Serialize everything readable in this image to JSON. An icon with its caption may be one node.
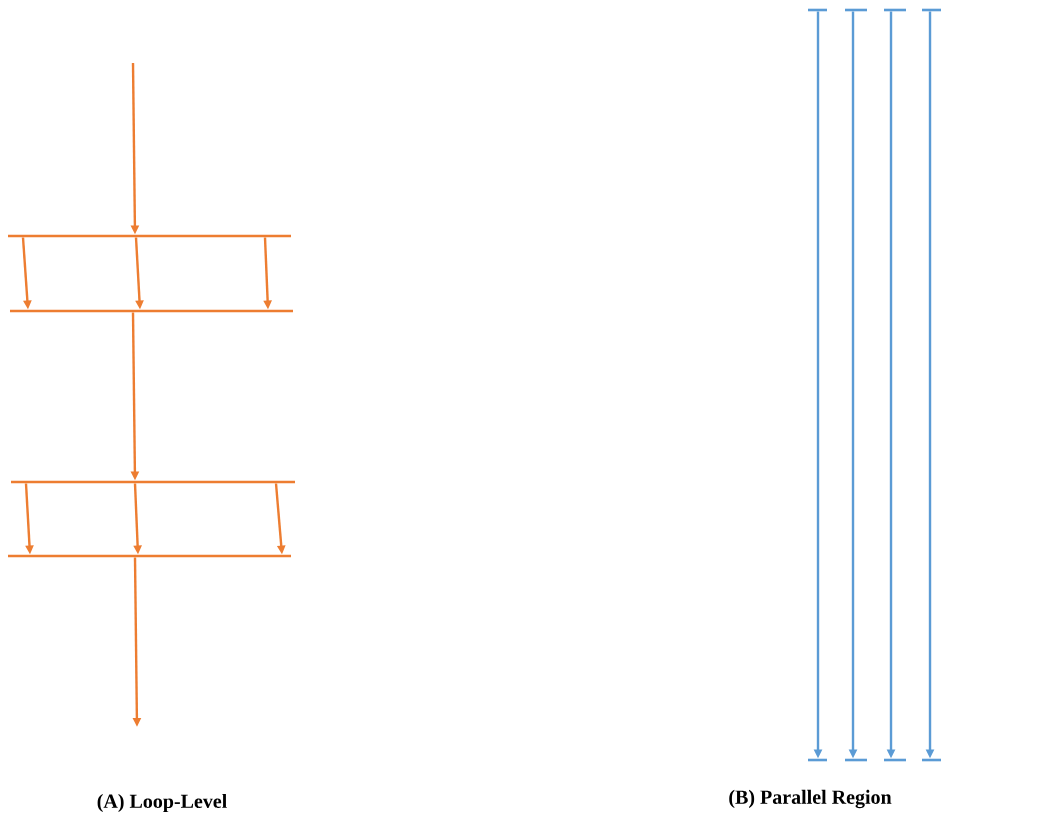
{
  "diagram": {
    "nodes": [
      {
        "text": [],
        "shape": "bar"
      },
      {
        "text": [],
        "shape": "bar"
      },
      {
        "text": [],
        "shape": "bar"
      },
      {
        "text": [],
        "shape": "bar"
      },
      {
        "text": [],
        "shape": "bar"
      },
      {
        "text": [],
        "shape": "bar"
      },
      {
        "text": [],
        "shape": "bar"
      },
      {
        "text": [],
        "shape": "bar"
      },
      {
        "text": [],
        "shape": "bar"
      },
      {
        "text": [],
        "shape": "bar"
      },
      {
        "text": [],
        "shape": "bar"
      },
      {
        "text": [],
        "shape": "bar"
      }
    ],
    "edges": [
      {
        "from": null,
        "to": 0,
        "arrow": "to"
      },
      {
        "from": 0,
        "to": 1,
        "arrow": "to"
      },
      {
        "from": 0,
        "to": 1,
        "arrow": "to"
      },
      {
        "from": 0,
        "to": 1,
        "arrow": "to"
      },
      {
        "from": 1,
        "to": 2,
        "arrow": "to"
      },
      {
        "from": 2,
        "to": 3,
        "arrow": "to"
      },
      {
        "from": 2,
        "to": 3,
        "arrow": "to"
      },
      {
        "from": 2,
        "to": 3,
        "arrow": "to"
      },
      {
        "from": 3,
        "to": null,
        "arrow": "to"
      },
      {
        "from": 4,
        "to": 8,
        "arrow": "to",
        "color": "#5b9bd5"
      },
      {
        "from": 5,
        "to": 9,
        "arrow": "to",
        "color": "#5b9bd5"
      },
      {
        "from": 6,
        "to": 10,
        "arrow": "to",
        "color": "#5b9bd5"
      },
      {
        "from": 7,
        "to": 11,
        "arrow": "to",
        "color": "#5b9bd5"
      }
    ],
    "labels": [
      "(A) Loop-Level",
      "(B) Parallel Region"
    ]
  }
}
